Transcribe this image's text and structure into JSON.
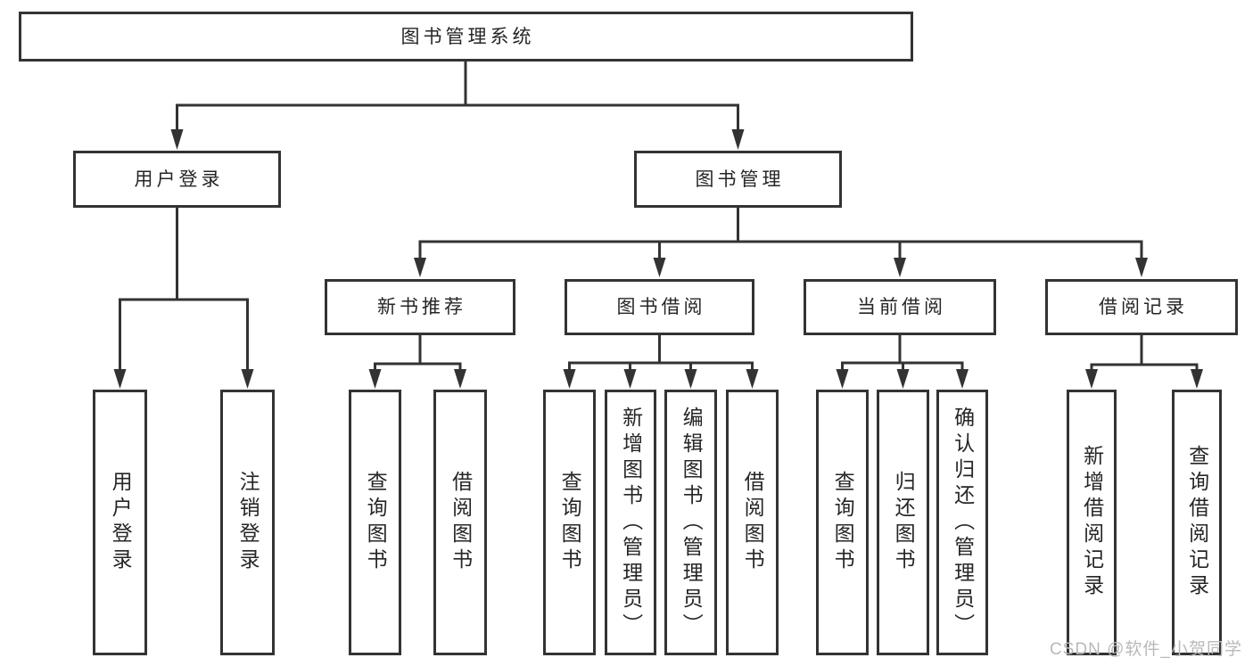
{
  "diagram": {
    "root": "图书管理系统",
    "level1": [
      {
        "label": "用户登录",
        "leaves": [
          "用户登录",
          "注销登录"
        ]
      },
      {
        "label": "图书管理",
        "groups": [
          {
            "label": "新书推荐",
            "leaves": [
              "查询图书",
              "借阅图书"
            ]
          },
          {
            "label": "图书借阅",
            "leaves": [
              "查询图书",
              "新增图书（管理员）",
              "编辑图书（管理员）",
              "借阅图书"
            ]
          },
          {
            "label": "当前借阅",
            "leaves": [
              "查询图书",
              "归还图书",
              "确认归还（管理员）"
            ]
          },
          {
            "label": "借阅记录",
            "leaves": [
              "新增借阅记录",
              "查询借阅记录"
            ]
          }
        ]
      }
    ]
  },
  "watermark": {
    "text": "CSDN @软件_小贺同学"
  },
  "colors": {
    "line": "#333333",
    "text": "#262626",
    "watermark_gray": "#b9b9b9",
    "background": "#ffffff"
  }
}
